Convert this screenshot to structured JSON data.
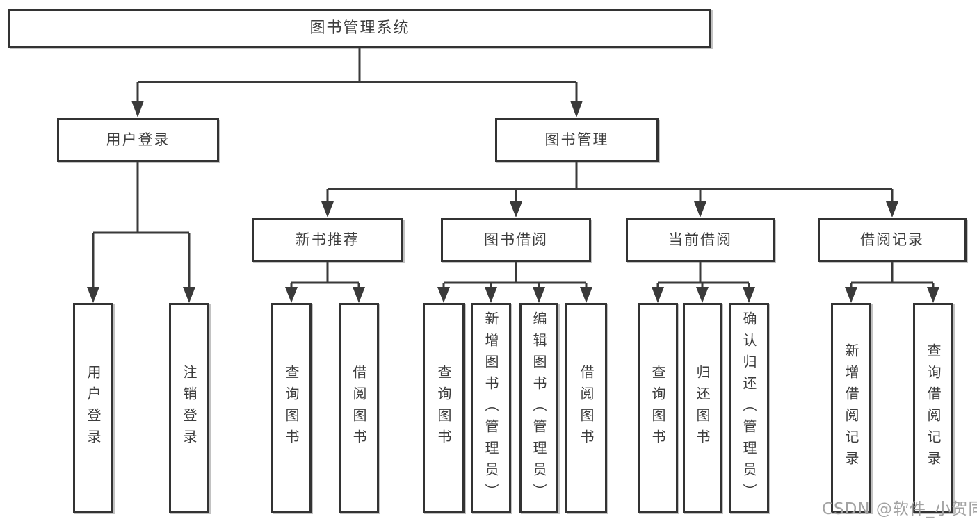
{
  "diagram": {
    "root": {
      "label": "图书管理系统"
    },
    "branches": {
      "user_login": {
        "label": "用户登录",
        "children": [
          "用户登录",
          "注销登录"
        ]
      },
      "book_management": {
        "label": "图书管理",
        "sections": {
          "new_book_recommend": {
            "label": "新书推荐",
            "children": [
              "查询图书",
              "借阅图书"
            ]
          },
          "book_borrow": {
            "label": "图书借阅",
            "children": [
              "查询图书",
              "新增图书（管理员）",
              "编辑图书（管理员）",
              "借阅图书"
            ]
          },
          "current_borrow": {
            "label": "当前借阅",
            "children": [
              "查询图书",
              "归还图书",
              "确认归还（管理员）"
            ]
          },
          "borrow_records": {
            "label": "借阅记录",
            "children": [
              "新增借阅记录",
              "查询借阅记录"
            ]
          }
        }
      }
    }
  },
  "watermark": {
    "text": "CSDN @软件_小贺同学"
  },
  "colors": {
    "line": "#3a3a3a",
    "box_border": "#333333",
    "text": "#3d3d3d",
    "background": "#ffffff",
    "watermark": "#a2a2a2"
  }
}
